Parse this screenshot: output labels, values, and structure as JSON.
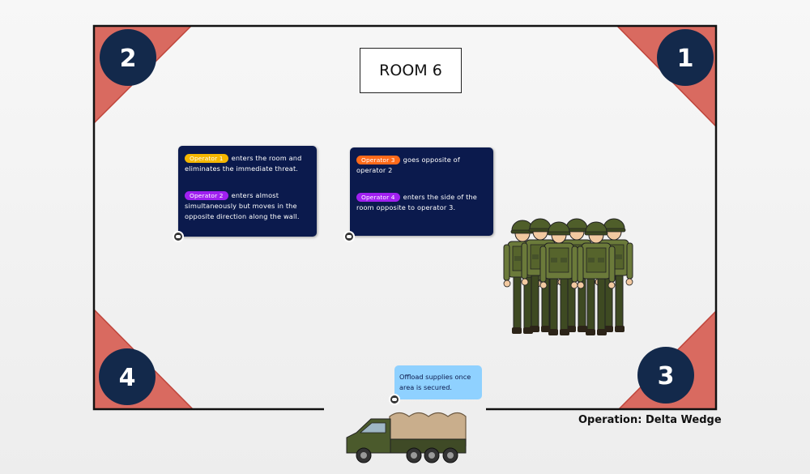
{
  "room_title": "ROOM 6",
  "operation_label": "Operation: Delta Wedge",
  "corners": {
    "top_right": "1",
    "top_left": "2",
    "bottom_right": "3",
    "bottom_left": "4"
  },
  "cards": [
    {
      "entries": [
        {
          "tag": "Operator 1",
          "tag_color": "#f5b700",
          "text": "enters the room and eliminates the immediate threat."
        },
        {
          "tag": "Operator 2",
          "tag_color": "#a020f0",
          "text": "enters almost simultaneously but moves in the opposite direction along the wall."
        }
      ]
    },
    {
      "entries": [
        {
          "tag": "Operator 3",
          "tag_color": "#ff6a1a",
          "text": "goes opposite of operator 2"
        },
        {
          "tag": "Operator 4",
          "tag_color": "#a020f0",
          "text": "enters the side of the room opposite to operator 3."
        }
      ]
    }
  ],
  "note": "Offload supplies once area is secured.",
  "colors": {
    "corner_fill": "#d96a60",
    "badge_fill": "#13294b",
    "card_bg": "#0b1a4d",
    "note_bg": "#8fd1ff"
  }
}
